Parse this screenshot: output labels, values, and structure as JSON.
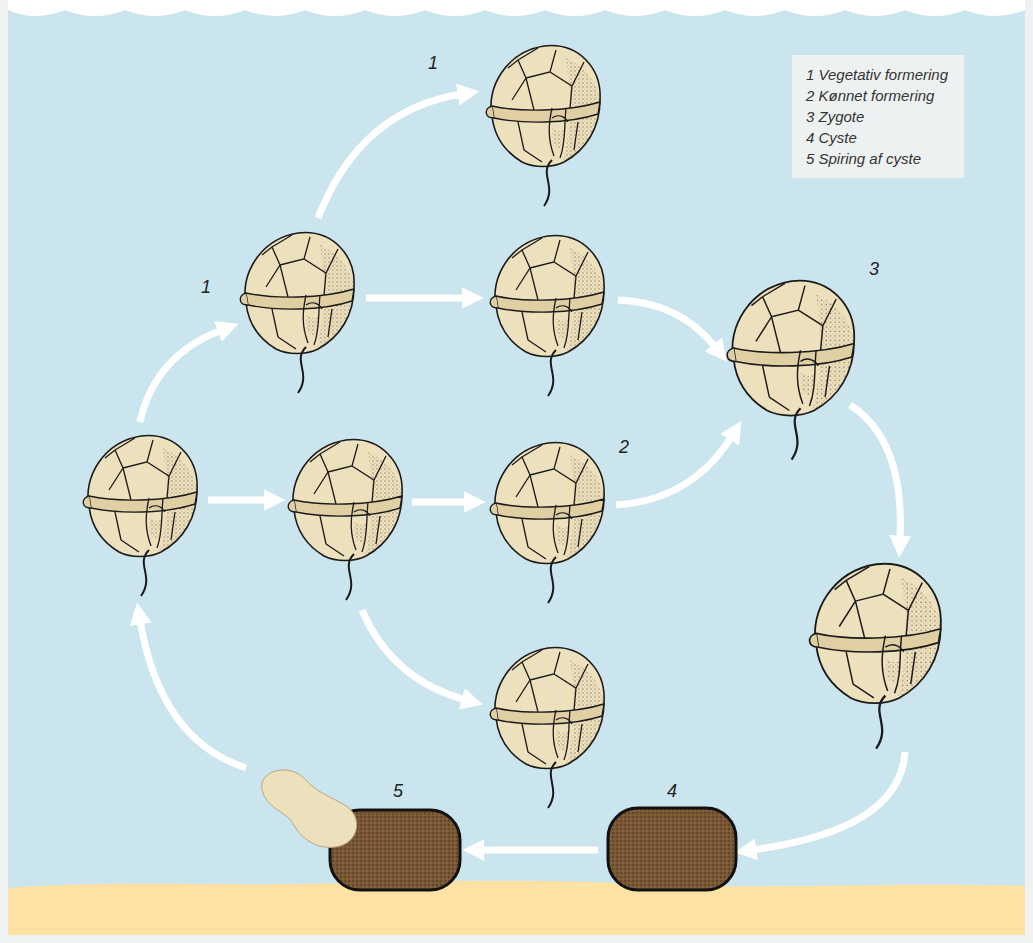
{
  "diagram": {
    "labels": [
      "1",
      "3",
      "1",
      "2",
      "5",
      "4"
    ],
    "legend": [
      {
        "text": "1 Vegetativ formering"
      },
      {
        "text": "2 Kønnet formering"
      },
      {
        "text": "3 Zygote"
      },
      {
        "text": "4 Cyste"
      },
      {
        "text": "5 Spiring af cyste"
      }
    ]
  }
}
